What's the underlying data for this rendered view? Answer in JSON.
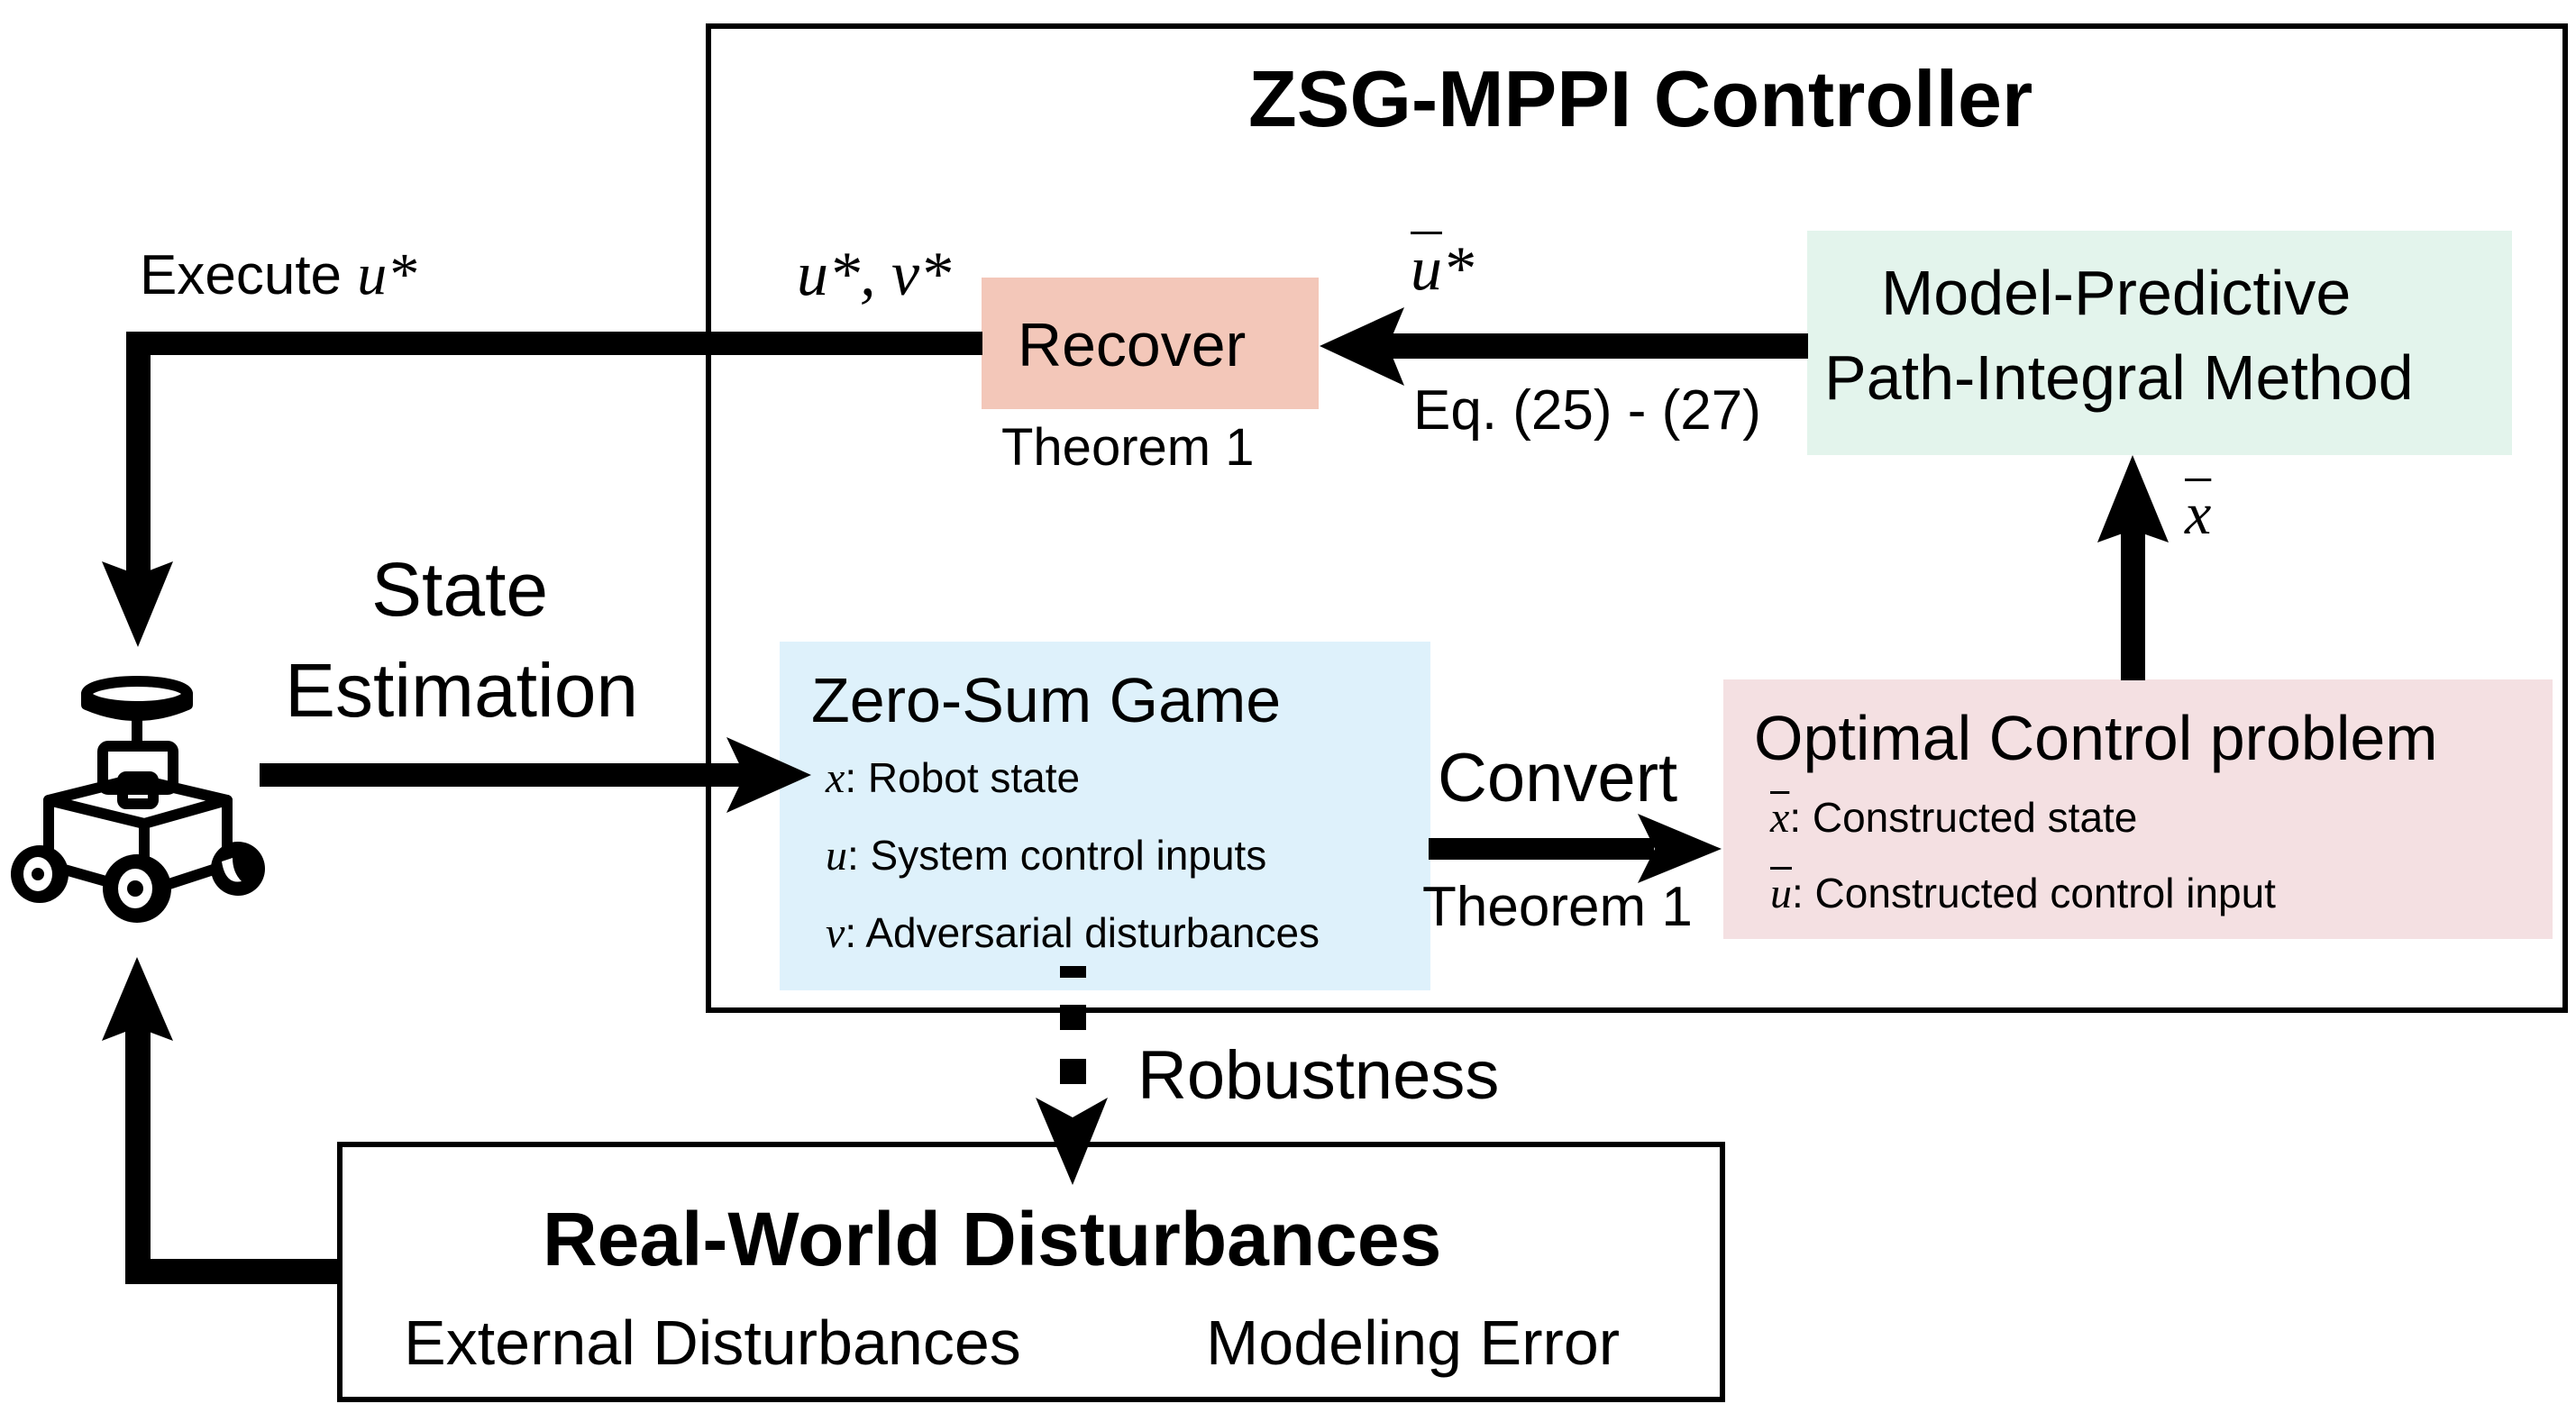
{
  "controller": {
    "title": "ZSG-MPPI Controller"
  },
  "colors": {
    "recover_fill": "#F3C7B9",
    "mppi_fill": "#E3F4EC",
    "zsg_fill": "#DEF1FB",
    "ocp_fill": "#F4E0E2",
    "line": "#000000"
  },
  "labels": {
    "execute_prefix": "Execute ",
    "execute_symbol": "u*",
    "recover_output": "u*, v*",
    "mppi_output_symbol": "u",
    "mppi_output_star": "*",
    "eq_ref": "Eq. (25) - (27)",
    "x_bar_symbol": "x",
    "state_line1": "State",
    "state_line2": "Estimation",
    "convert": "Convert",
    "convert_theorem": "Theorem 1",
    "robustness": "Robustness"
  },
  "recover": {
    "title": "Recover",
    "caption": "Theorem 1"
  },
  "mppi": {
    "line1": "Model-Predictive",
    "line2": "Path-Integral Method"
  },
  "zsg": {
    "title": "Zero-Sum Game",
    "items": [
      {
        "symbol": "x",
        "desc": ": Robot state"
      },
      {
        "symbol": "u",
        "desc": ": System control inputs"
      },
      {
        "symbol": "v",
        "desc": ": Adversarial disturbances"
      }
    ]
  },
  "ocp": {
    "title": "Optimal Control problem",
    "items": [
      {
        "symbol": "x",
        "desc": ": Constructed state"
      },
      {
        "symbol": "u",
        "desc": ": Constructed control input"
      }
    ]
  },
  "disturbances": {
    "title": "Real-World Disturbances",
    "item1": "External Disturbances",
    "item2": "Modeling Error"
  },
  "robot": {
    "icon": "robot-icon"
  }
}
